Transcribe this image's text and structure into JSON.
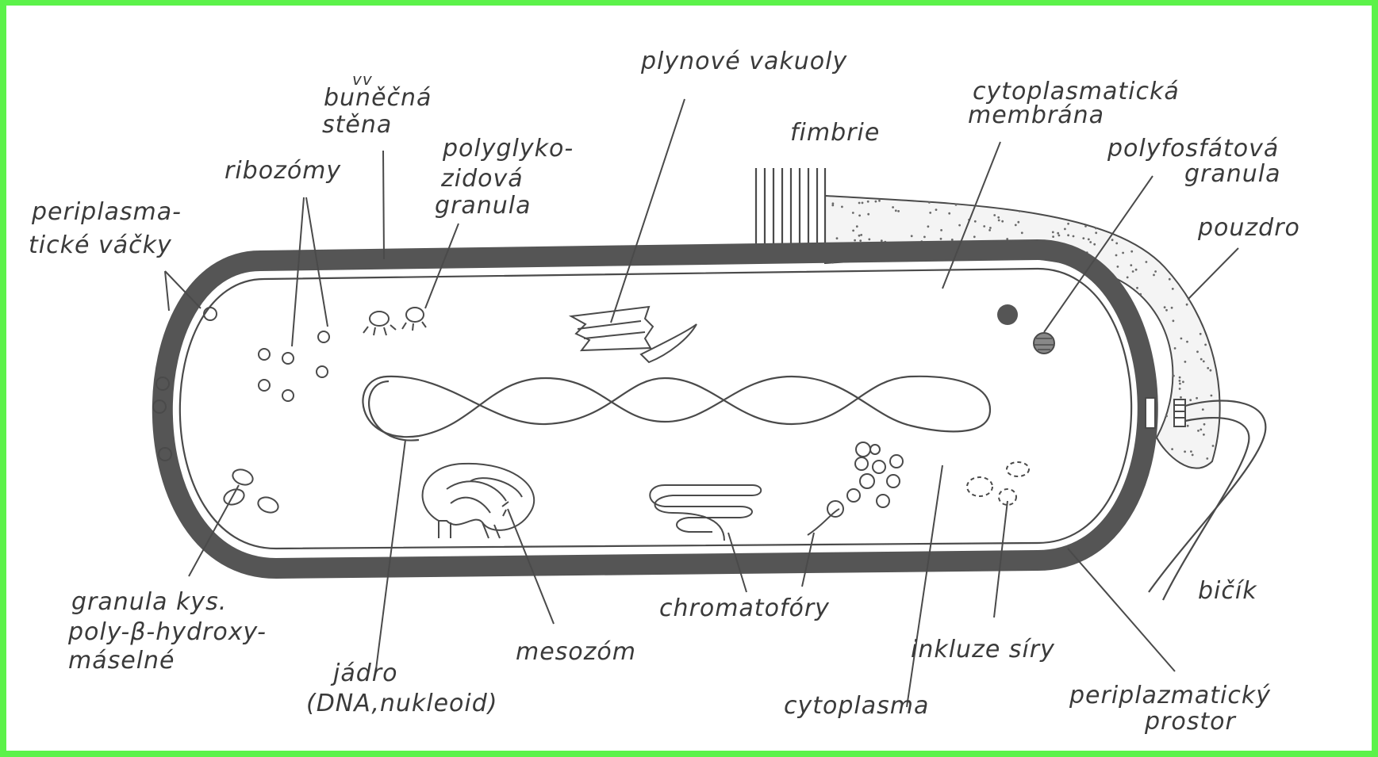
{
  "labels": {
    "bunecna_stena": [
      "vv",
      "buněčná",
      "stěna"
    ],
    "ribozomy": "ribozómy",
    "polyglykozidova_granula": [
      "polyglyko-",
      "zidová",
      "granula"
    ],
    "plynove_vakuoly": "plynové vakuoly",
    "cytoplasmaticka_membrana": [
      "cytoplasmatická",
      "membrána"
    ],
    "fimbrie": "fimbrie",
    "polyfosfatova_granula": [
      "polyfosfátová",
      "granula"
    ],
    "pouzdro": "pouzdro",
    "periplasmaticke_vacky": [
      "periplasma-",
      "tické váčky"
    ],
    "granula_kys": [
      "granula kys.",
      "poly-β-hydroxy-",
      "máselné"
    ],
    "jadro": [
      "jádro",
      "(DNA,nukleoid)"
    ],
    "mesozom": "mesozóm",
    "chromatofory": "chromatofóry",
    "inkluze_siry": "inkluze síry",
    "cytoplasma": "cytoplasma",
    "periplazmaticky_prostor": [
      "periplazmatický",
      "prostor"
    ],
    "bicik": "bičík"
  },
  "colors": {
    "frame": "#5cf24a",
    "background": "#ffffff",
    "ink": "#4a4a4a",
    "capsule_dots": "#6a6a6a"
  }
}
